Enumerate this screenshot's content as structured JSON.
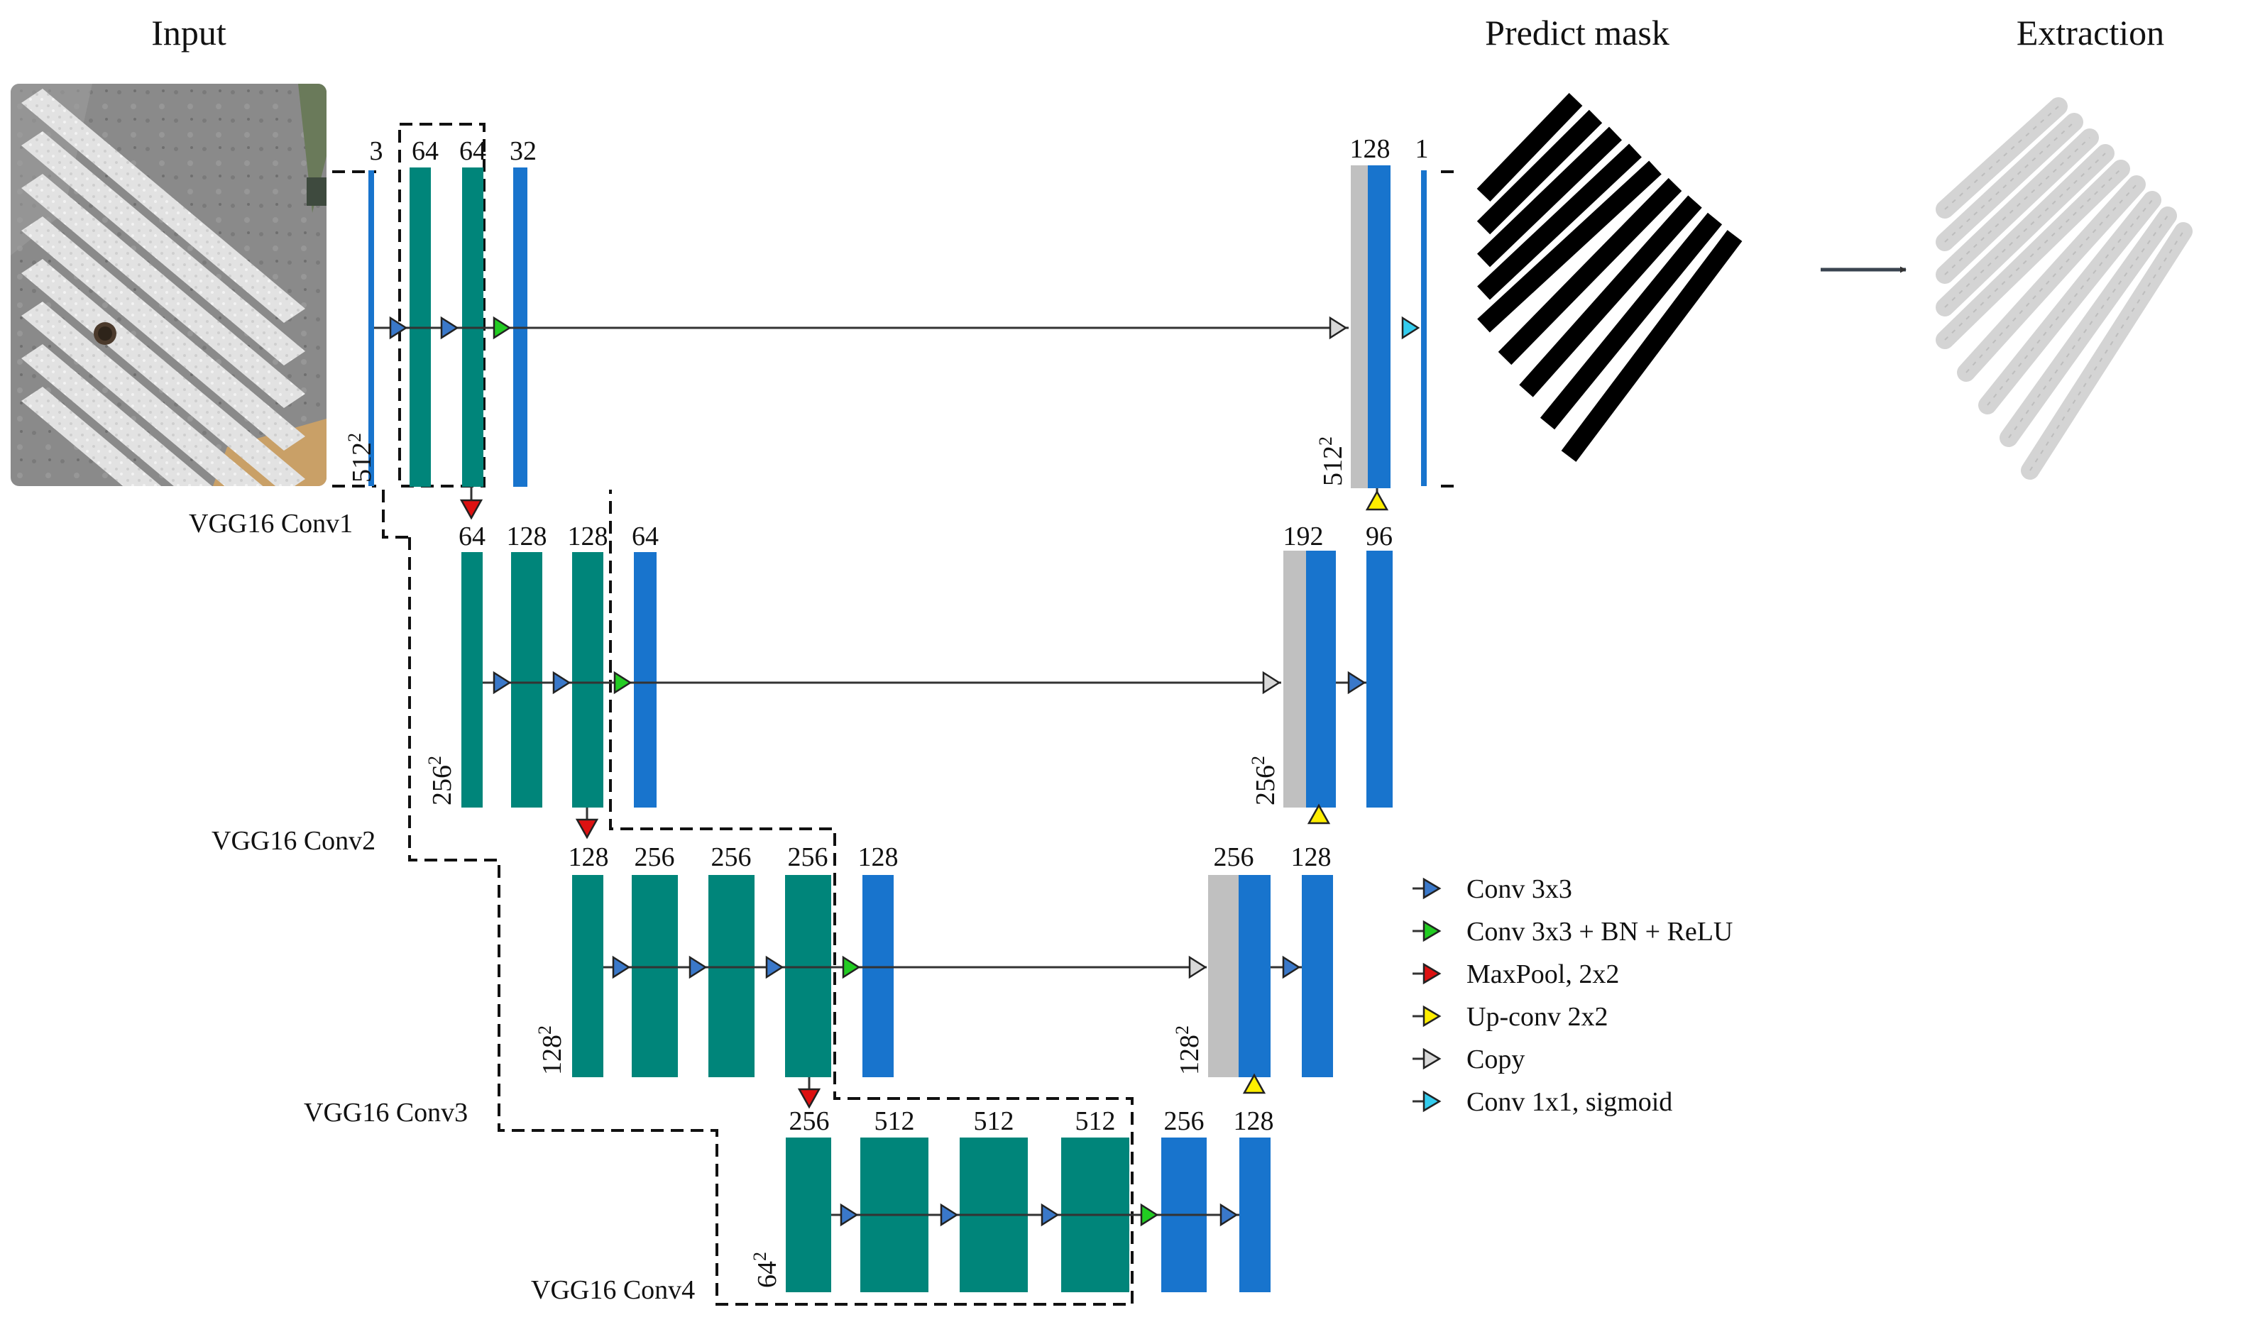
{
  "headers": {
    "input": "Input",
    "predict": "Predict mask",
    "extraction": "Extraction"
  },
  "colors": {
    "conv": "#00857a",
    "decoder": "#1874cd",
    "copy": "#c0c0c0",
    "arrow_conv": "#3a78c9",
    "arrow_bn": "#22cc22",
    "arrow_pool": "#dd1111",
    "arrow_up": "#ffee00",
    "arrow_copy": "#d8d8d8",
    "arrow_sig": "#33ccee"
  },
  "level1": {
    "in": "3",
    "c1": "64",
    "c2": "64",
    "d": "32",
    "cat": "128",
    "out": "1",
    "size": "512",
    "block": "VGG16 Conv1"
  },
  "level2": {
    "c0": "64",
    "c1": "128",
    "c2": "128",
    "d": "64",
    "cat": "192",
    "up": "96",
    "size": "256",
    "block": "VGG16 Conv2"
  },
  "level3": {
    "c0": "128",
    "c1": "256",
    "c2": "256",
    "c3": "256",
    "d": "128",
    "cat": "256",
    "up": "128",
    "size": "128",
    "block": "VGG16 Conv3"
  },
  "level4": {
    "c0": "256",
    "c1": "512",
    "c2": "512",
    "c3": "512",
    "d1": "256",
    "d2": "128",
    "size": "64",
    "block": "VGG16 Conv4"
  },
  "exponent": "2",
  "legend": [
    {
      "label": "Conv 3x3",
      "color": "#3a78c9"
    },
    {
      "label": "Conv 3x3 + BN + ReLU",
      "color": "#22cc22"
    },
    {
      "label": "MaxPool, 2x2",
      "color": "#dd1111"
    },
    {
      "label": "Up-conv 2x2",
      "color": "#ffee00"
    },
    {
      "label": "Copy",
      "color": "#d8d8d8"
    },
    {
      "label": "Conv 1x1, sigmoid",
      "color": "#33ccee"
    }
  ]
}
